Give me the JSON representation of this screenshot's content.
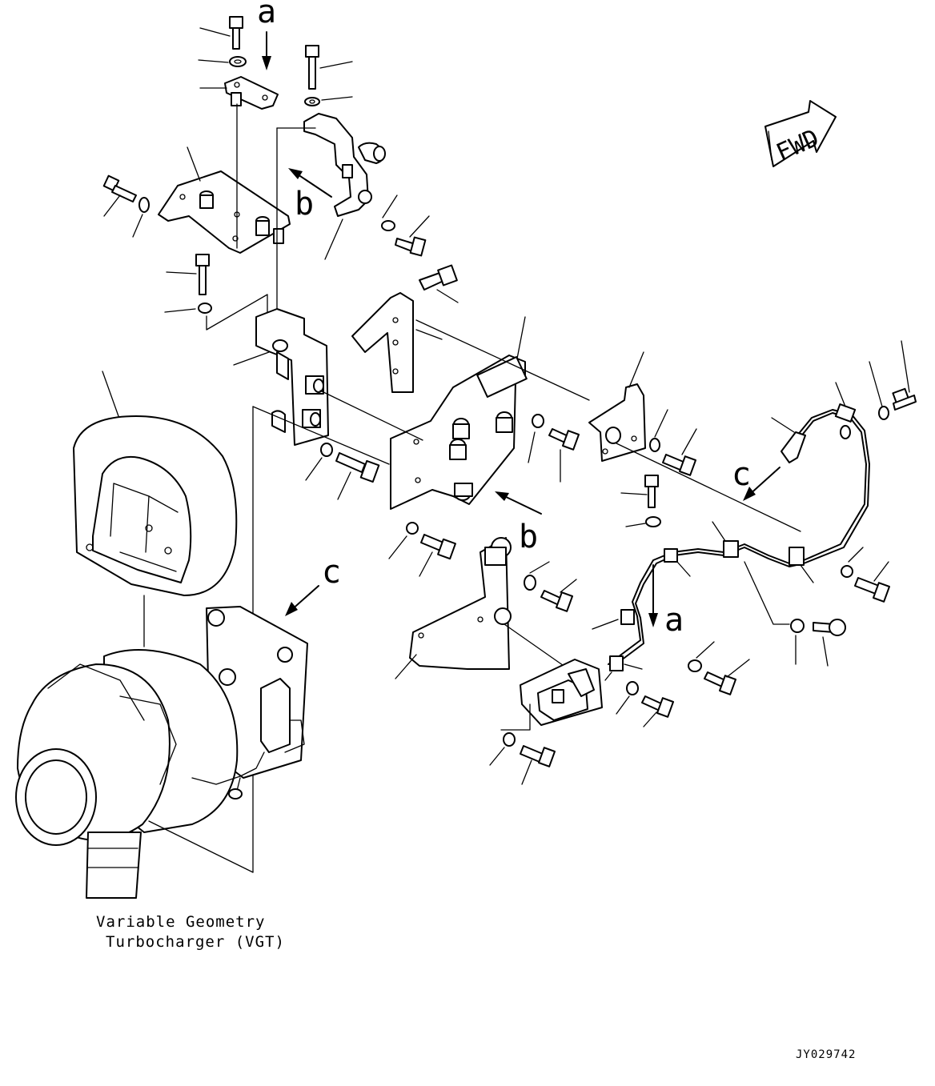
{
  "diagram": {
    "callouts": {
      "a_top": "a",
      "a_lower": "a",
      "b_upper": "b",
      "b_lower": "b",
      "c_left": "c",
      "c_right": "c"
    },
    "fwd_label": "FWD",
    "caption": {
      "line1": "Variable Geometry",
      "line2": "Turbocharger (VGT)"
    },
    "drawing_number": "JY029742"
  }
}
